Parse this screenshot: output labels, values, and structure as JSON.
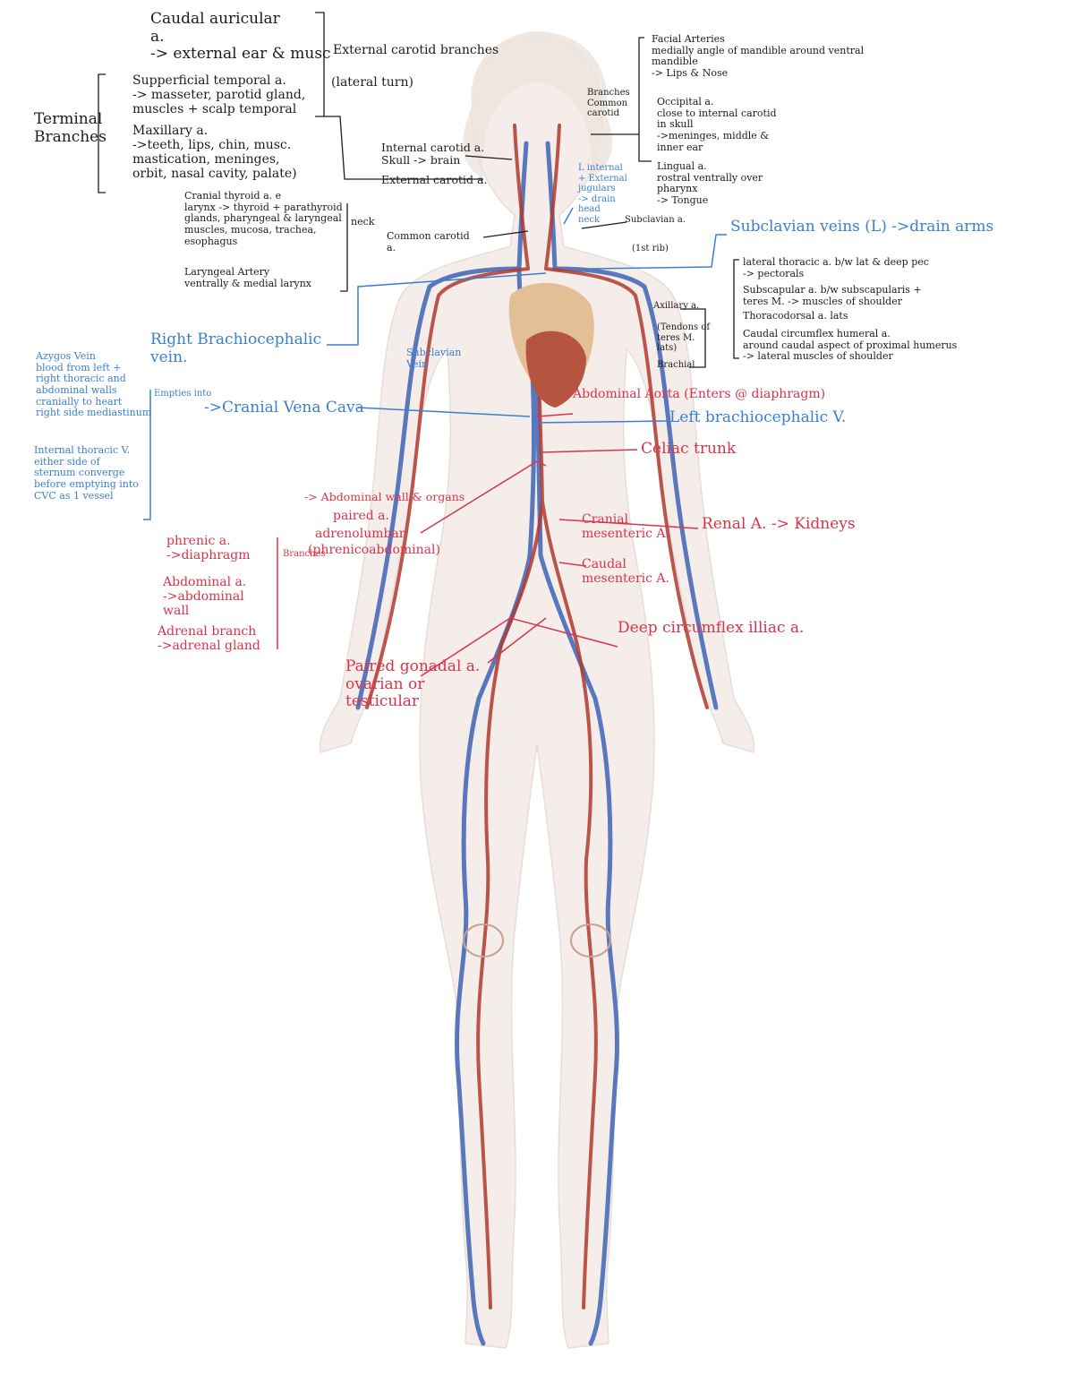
{
  "colors": {
    "ink_black": "#1c1c1c",
    "ink_blue": "#3a7fd0",
    "ink_red": "#d8344a",
    "artery": "#b03a30",
    "vein": "#3e63b5",
    "skin": "#f4ece8",
    "heart": "#b5553f"
  },
  "notes": {
    "left_top": {
      "caudal_auricular": "Caudal auricular\na.\n-> external ear & musc",
      "terminal_branches": "Terminal\nBranches",
      "superficial_temporal": "Supperficial temporal a.\n-> masseter, parotid gland,\nmuscles + scalp temporal",
      "maxillary": "Maxillary a.\n->teeth, lips, chin, musc.\nmastication, meninges,\norbit, nasal cavity, palate)",
      "external_carotid_branches": "External carotid branches",
      "lateral_turn": "(lateral turn)"
    },
    "center_top": {
      "internal_carotid": "Internal carotid a.\nSkull -> brain",
      "external_carotid": "External carotid a.",
      "cranial_thyroid": "Cranial thyroid a. e\nlarynx -> thyroid + parathyroid\nglands, pharyngeal & laryngeal\nmuscles, mucosa, trachea,\nesophagus",
      "laryngeal_artery": "Laryngeal Artery\nventrally & medial larynx",
      "neck": "neck",
      "common_carotid": "Common carotid\na."
    },
    "right_top": {
      "branches_common_carotid": "Branches\nCommon\ncarotid",
      "facial_arteries": "Facial Arteries\nmedially angle of mandible around ventral\nmandible\n-> Lips & Nose",
      "occipital": "Occipital a.\nclose to internal carotid\nin skull\n->meninges, middle &\ninner ear",
      "lingual": "Lingual a.\nrostral ventrally over\npharynx\n-> Tongue",
      "subclavian_a": "Subclavian a.",
      "first_rib": "(1st rib)",
      "int_ext_jugulars": "L internal\n+ External\njugulars\n-> drain\nhead\nneck",
      "subclavian_veins": "Subclavian veins (L) ->drain arms",
      "axillary": "Axillary a.",
      "tendons": "(Tendons of\nteres M.\nlats)",
      "brachial": "Brachial",
      "lateral_thoracic": "lateral thoracic a. b/w lat & deep pec\n-> pectorals",
      "subscapular": "Subscapular a. b/w subscapularis +\nteres M. -> muscles of shoulder",
      "thoracodorsal": "Thoracodorsal a. lats",
      "caudal_circumflex": "Caudal circumflex humeral a.\naround caudal aspect of proximal humerus\n-> lateral muscles of shoulder"
    },
    "blue_left": {
      "right_brachiocephalic": "Right Brachiocephalic\nvein.",
      "subclavian_vein": "Subclavian\nVein",
      "azygos": "Azygos Vein\nblood from left +\nright thoracic and\nabdominal walls\ncranially to heart\nright side mediastinum",
      "empties_into": "Empties into",
      "cranial_vena_cava": "->Cranial Vena Cava",
      "internal_thoracic": "Internal thoracic V.\neither side of\nsternum converge\nbefore emptying into\nCVC as 1 vessel"
    },
    "red": {
      "abdominal_aorta": "Abdominal Aorta (Enters @ diaphragm)",
      "left_brachiocephalic": "Left brachiocephalic V.",
      "celiac_trunk": "Celiac trunk",
      "abdominal_wall_organs": "-> Abdominal wall & organs",
      "paired_a": "paired a.",
      "adrenolumbar": "adrenolumbar",
      "phrenicoabdominal": "(phrenicoabdominal)",
      "branches": "Branches",
      "phrenic": "phrenic a.\n->diaphragm",
      "abdominal_a": "Abdominal a.\n->abdominal\nwall",
      "adrenal_branch": "Adrenal branch\n->adrenal gland",
      "cranial_mesenteric": "Cranial\nmesenteric A.",
      "renal": "Renal A. -> Kidneys",
      "caudal_mesenteric": "Caudal\nmesenteric A.",
      "deep_circumflex": "Deep circumflex illiac a.",
      "paired_gonadal": "Paired gonadal a.\novarian or\ntesticular"
    }
  }
}
